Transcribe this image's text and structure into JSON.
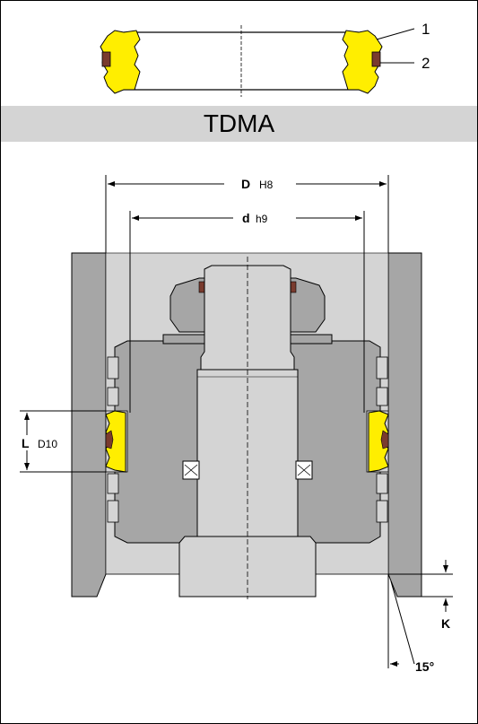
{
  "title": "TDMA",
  "callouts": {
    "part1": "1",
    "part2": "2"
  },
  "dimensions": {
    "D": {
      "letter": "D",
      "tolerance": "H8"
    },
    "d": {
      "letter": "d",
      "tolerance": "h9"
    },
    "L": {
      "letter": "L",
      "tolerance": "D10"
    },
    "K": {
      "letter": "K"
    },
    "angle": "15°"
  },
  "colors": {
    "seal": "#ffee00",
    "body": "#a6a6a6",
    "bore": "#d4d4d4",
    "oring": "#7a3b2e"
  }
}
